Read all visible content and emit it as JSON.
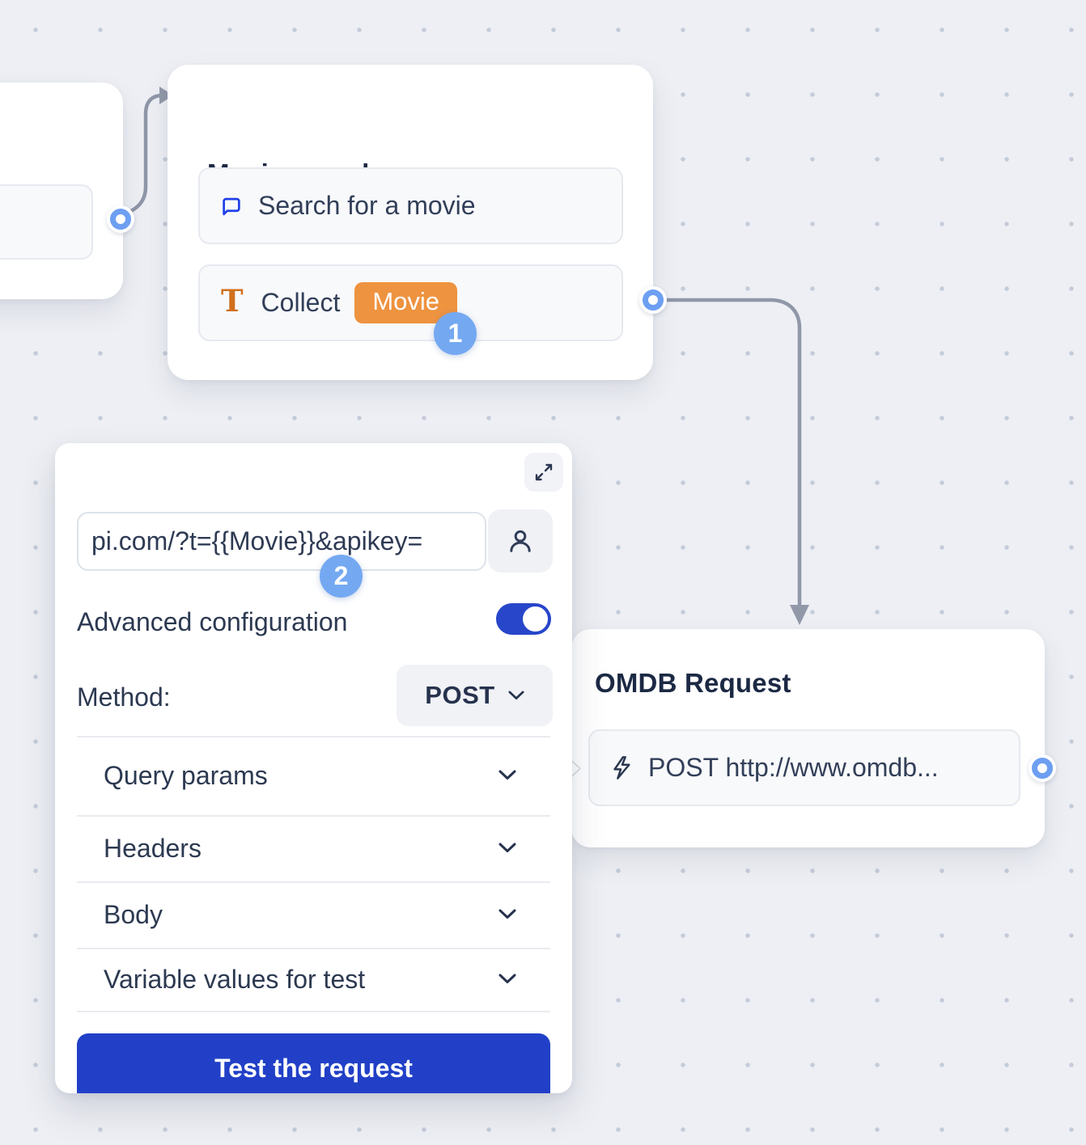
{
  "canvas": {
    "background_color": "#edeff4",
    "dot_color": "#c4cbd9",
    "connector_color": "#8f97a8"
  },
  "nodes": {
    "movie_search": {
      "title": "Movie search",
      "steps": {
        "question": {
          "icon": "chat-bubble-icon",
          "label": "Search for a movie"
        },
        "collect": {
          "icon": "text-input-icon",
          "label": "Collect",
          "variable": "Movie"
        }
      }
    },
    "omdb_request": {
      "title": "OMDB Request",
      "steps": {
        "webhook": {
          "icon": "lightning-icon",
          "label": "POST http://www.omdb..."
        }
      }
    }
  },
  "panel": {
    "expand_icon": "expand-diagonal-icon",
    "url_field": {
      "value": "pi.com/?t={{Movie}}&apikey=",
      "trailing_icon": "person-icon"
    },
    "advanced_toggle": {
      "label": "Advanced configuration",
      "state_on": true
    },
    "method": {
      "label": "Method:",
      "value": "POST"
    },
    "sections": [
      "Query params",
      "Headers",
      "Body",
      "Variable values for test"
    ],
    "test_button_label": "Test the request"
  },
  "annotations": {
    "step_1": "1",
    "step_2": "2"
  },
  "colors": {
    "primary_blue": "#2140c7",
    "toggle_blue": "#2746ca",
    "port_ring_blue": "#6d9ff2",
    "badge_blue": "#74a9f2",
    "chip_orange": "#ee9340",
    "icon_orange": "#d0701d",
    "icon_blue": "#1e40e8",
    "title_navy": "#1c2944"
  }
}
